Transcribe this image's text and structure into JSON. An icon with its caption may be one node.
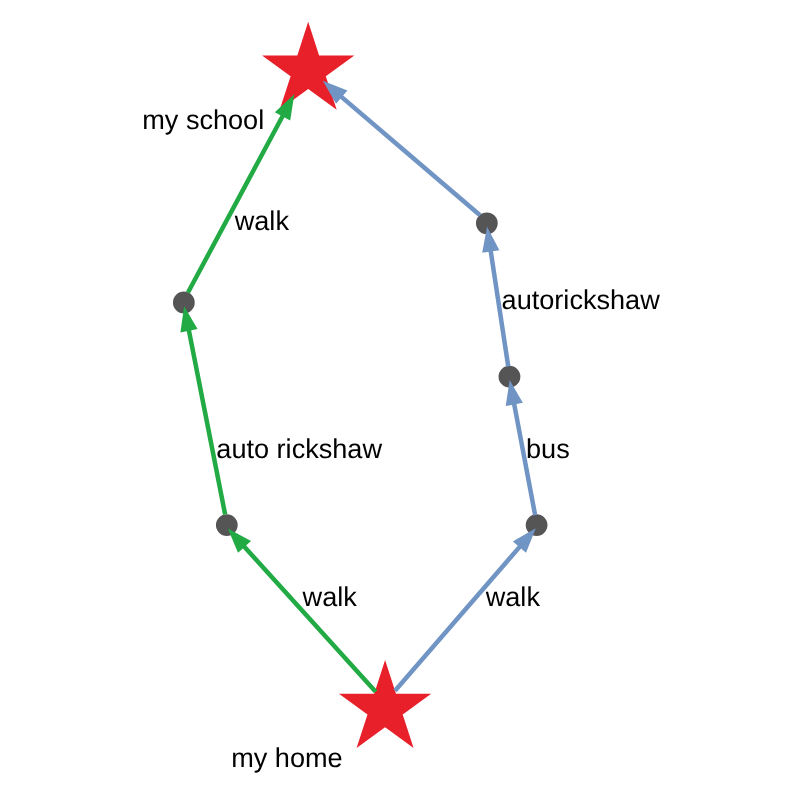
{
  "diagram": {
    "nodes": [
      {
        "text": [],
        "shape": "star",
        "beside": [
          "my school"
        ]
      },
      {
        "text": [],
        "shape": "star",
        "beside": [
          "my home"
        ]
      },
      {
        "text": [],
        "shape": "point"
      },
      {
        "text": [],
        "shape": "point"
      },
      {
        "text": [],
        "shape": "point"
      },
      {
        "text": [],
        "shape": "point"
      },
      {
        "text": [],
        "shape": "point"
      }
    ],
    "edges": [
      {
        "from": 1,
        "to": 2,
        "arrow": "to",
        "label": "walk",
        "color": "#22aa44"
      },
      {
        "from": 2,
        "to": 3,
        "arrow": "to",
        "label": "auto rickshaw",
        "color": "#22aa44"
      },
      {
        "from": 3,
        "to": 0,
        "arrow": "to",
        "label": "walk",
        "color": "#22aa44"
      },
      {
        "from": 1,
        "to": 4,
        "arrow": "to",
        "label": "walk",
        "color": "#7094c4"
      },
      {
        "from": 4,
        "to": 5,
        "arrow": "to",
        "label": "bus",
        "color": "#7094c4"
      },
      {
        "from": 5,
        "to": 6,
        "arrow": "to",
        "label": "autorickshaw",
        "color": "#7094c4"
      },
      {
        "from": 6,
        "to": 0,
        "arrow": "to",
        "color": "#7094c4"
      }
    ]
  }
}
